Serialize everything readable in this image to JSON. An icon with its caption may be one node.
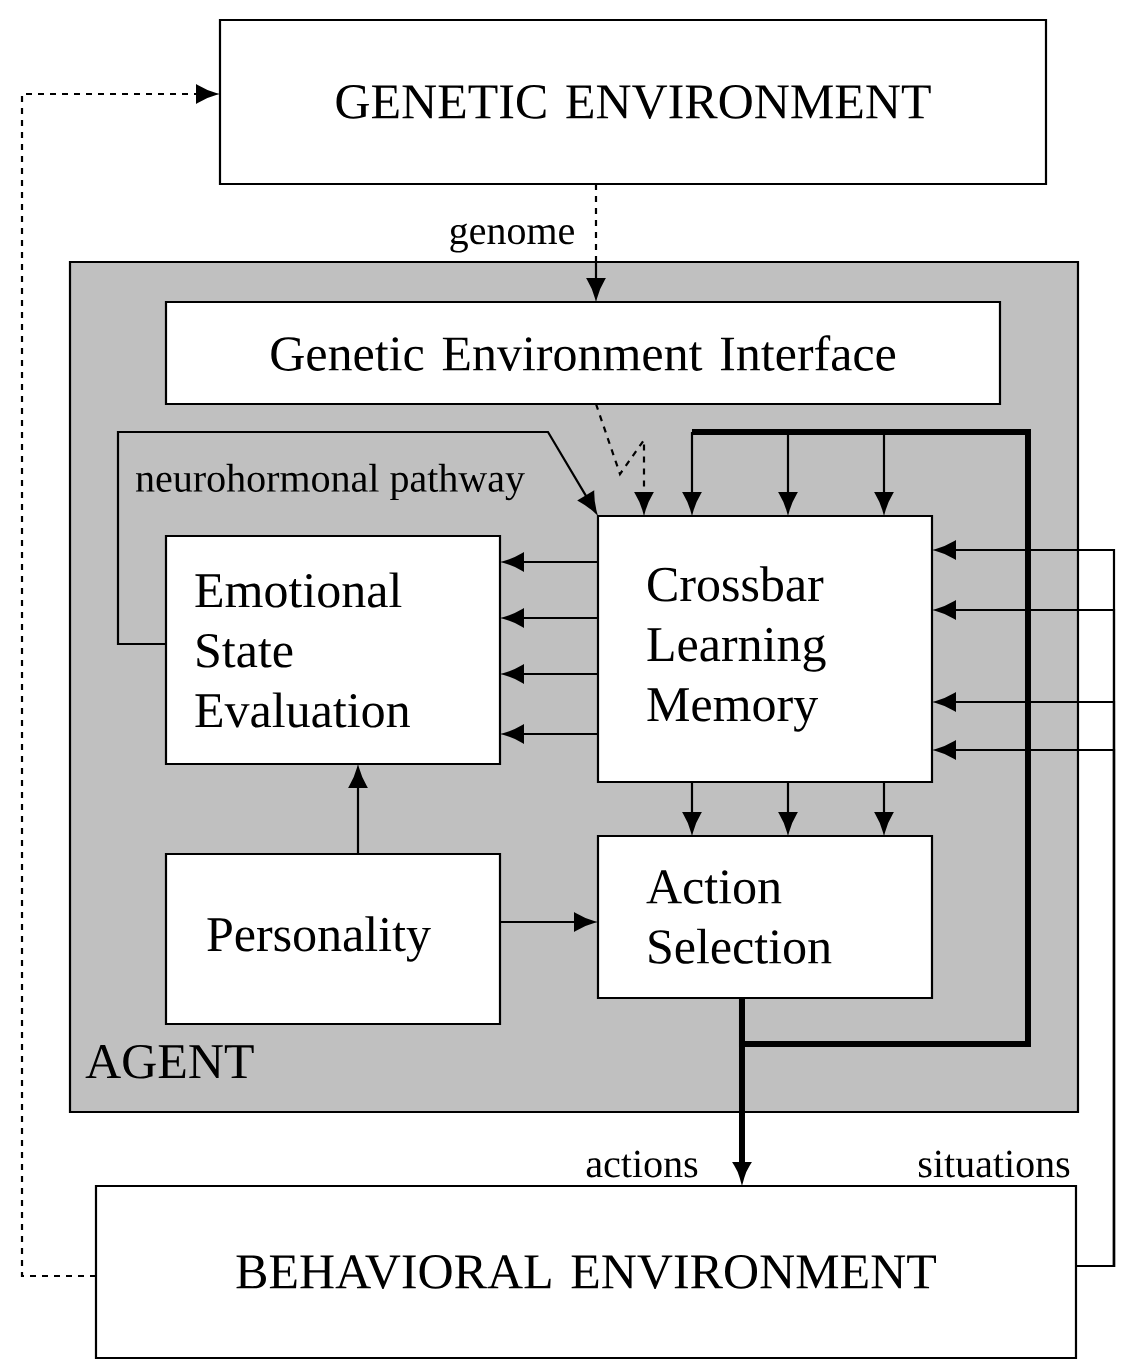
{
  "diagram": {
    "nodes": [
      {
        "text": [
          "GENETIC ENVIRONMENT"
        ]
      },
      {
        "text": [
          "AGENT"
        ]
      },
      {
        "text": [
          "Genetic Environment Interface"
        ],
        "in": 1
      },
      {
        "text": [
          "Emotional State Evaluation"
        ],
        "in": 1
      },
      {
        "text": [
          "Crossbar Learning Memory"
        ],
        "in": 1
      },
      {
        "text": [
          "Personality"
        ],
        "in": 1
      },
      {
        "text": [
          "Action Selection"
        ],
        "in": 1
      },
      {
        "text": [
          "BEHAVIORAL ENVIRONMENT"
        ]
      }
    ],
    "edges": [
      {
        "from": 0,
        "to": 2,
        "arrow": "to",
        "label": "genome",
        "style": "dashed"
      },
      {
        "from": 2,
        "to": 4,
        "arrow": "to",
        "style": "dashed"
      },
      {
        "from": 3,
        "to": 4,
        "arrow": "to",
        "label": "neurohormonal pathway"
      },
      {
        "from": 4,
        "to": 3,
        "arrow": "to"
      },
      {
        "from": 4,
        "to": 3,
        "arrow": "to"
      },
      {
        "from": 4,
        "to": 3,
        "arrow": "to"
      },
      {
        "from": 4,
        "to": 3,
        "arrow": "to"
      },
      {
        "from": 5,
        "to": 3,
        "arrow": "to"
      },
      {
        "from": 5,
        "to": 6,
        "arrow": "to"
      },
      {
        "from": 4,
        "to": 6,
        "arrow": "to"
      },
      {
        "from": 4,
        "to": 6,
        "arrow": "to"
      },
      {
        "from": 4,
        "to": 6,
        "arrow": "to"
      },
      {
        "from": 6,
        "to": 7,
        "arrow": "to",
        "label": "actions",
        "style": "thick"
      },
      {
        "from": 6,
        "to": 4,
        "arrow": "to",
        "style": "thick"
      },
      {
        "from": 7,
        "to": 4,
        "arrow": "to",
        "label": "situations"
      },
      {
        "from": 7,
        "to": 4,
        "arrow": "to"
      },
      {
        "from": 7,
        "to": 4,
        "arrow": "to"
      },
      {
        "from": 7,
        "to": 4,
        "arrow": "to"
      },
      {
        "from": 7,
        "to": 0,
        "arrow": "to",
        "style": "dashed"
      }
    ]
  }
}
